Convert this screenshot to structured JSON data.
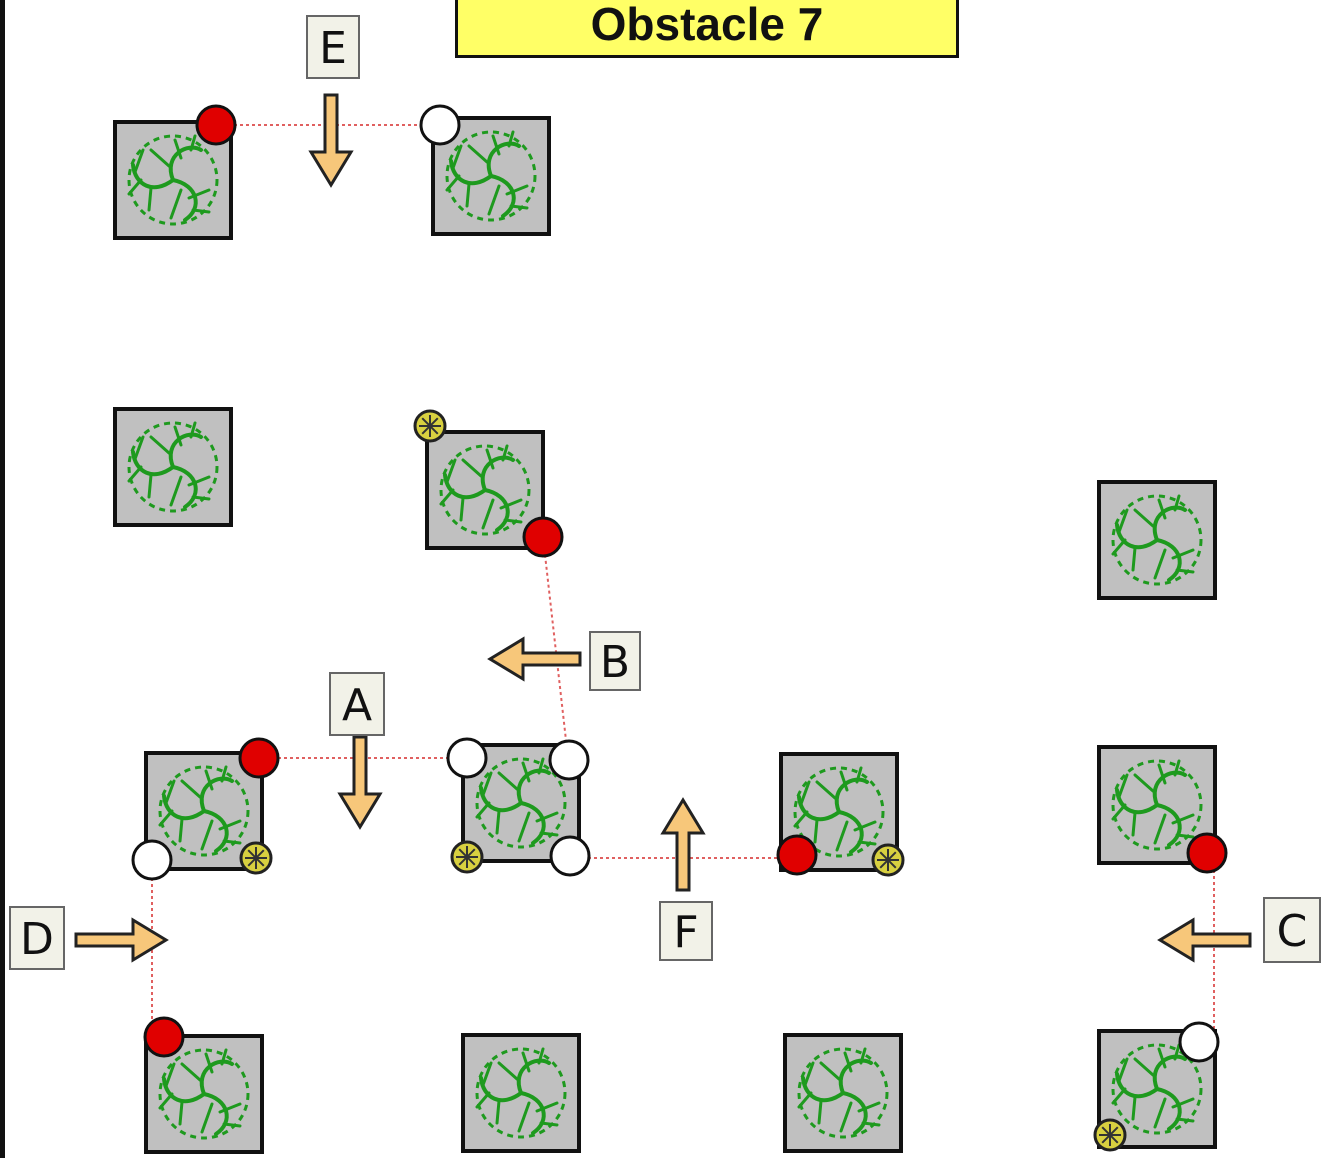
{
  "title": "Obstacle 7",
  "colors": {
    "title_bg": "#ffff66",
    "tile_fill": "#c0c0c0",
    "tile_border": "#111111",
    "tree": "#1e9a1e",
    "marker_red": "#e00000",
    "marker_white": "#ffffff",
    "marker_yellow": "#d8d040",
    "arrow_fill": "#f7c77a",
    "guide_line": "#e06060",
    "label_bg": "#f2f2e8"
  },
  "gates": [
    {
      "letter": "A",
      "direction": "down"
    },
    {
      "letter": "B",
      "direction": "left"
    },
    {
      "letter": "C",
      "direction": "left"
    },
    {
      "letter": "D",
      "direction": "right"
    },
    {
      "letter": "E",
      "direction": "down"
    },
    {
      "letter": "F",
      "direction": "up"
    }
  ],
  "icons": {
    "tile": "tree-tile-icon",
    "red": "red-marker-icon",
    "white": "white-marker-icon",
    "yellow": "yellow-wheel-marker-icon",
    "arrow": "direction-arrow-icon"
  }
}
